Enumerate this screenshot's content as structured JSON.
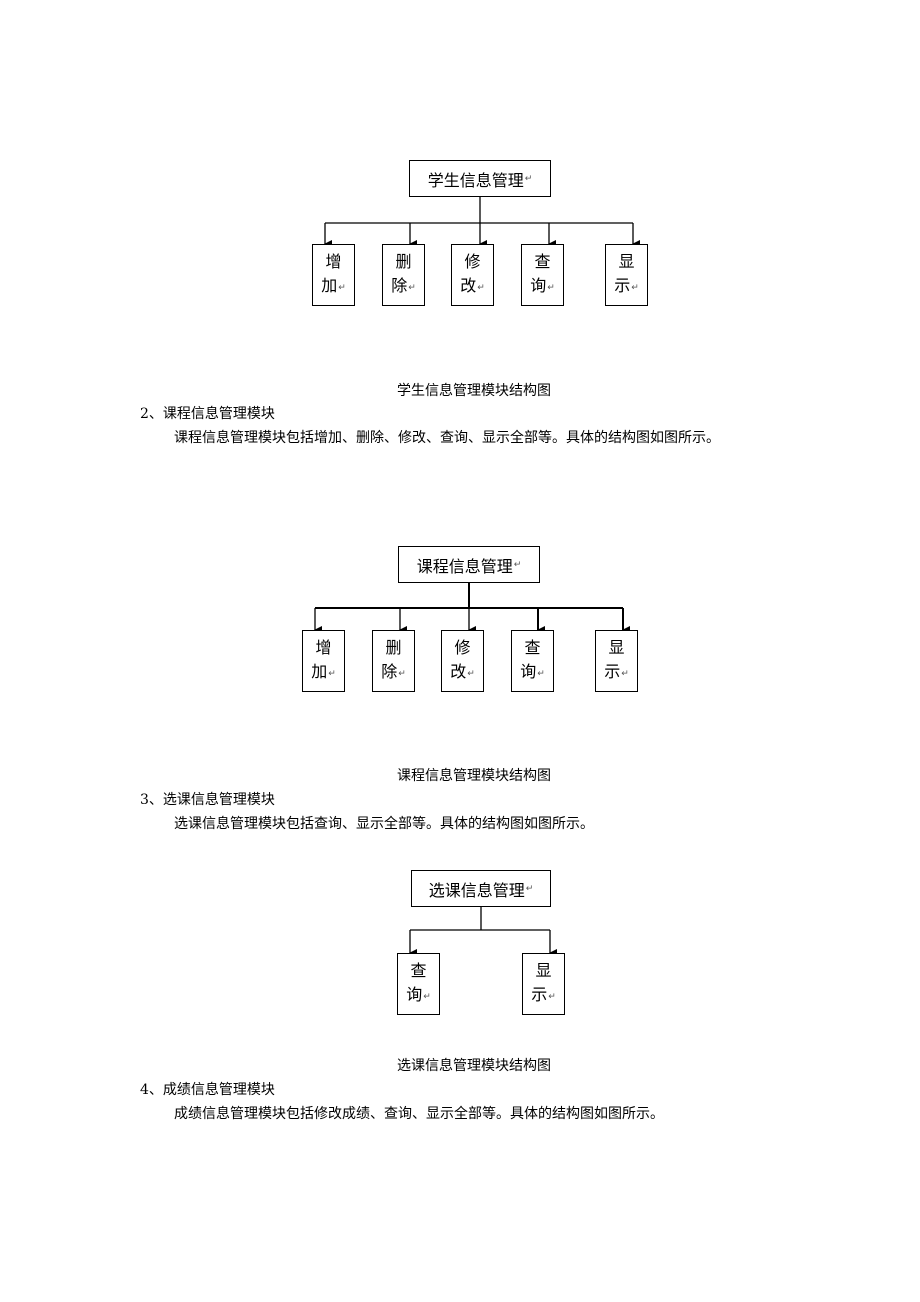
{
  "diagrams": [
    {
      "root": "学生信息管理",
      "children": [
        [
          "增",
          "加"
        ],
        [
          "删",
          "除"
        ],
        [
          "修",
          "改"
        ],
        [
          "查",
          "询"
        ],
        [
          "显",
          "示"
        ]
      ],
      "caption": "学生信息管理模块结构图"
    },
    {
      "root": "课程信息管理",
      "children": [
        [
          "增",
          "加"
        ],
        [
          "删",
          "除"
        ],
        [
          "修",
          "改"
        ],
        [
          "查",
          "询"
        ],
        [
          "显",
          "示"
        ]
      ],
      "caption": "课程信息管理模块结构图"
    },
    {
      "root": "选课信息管理",
      "children": [
        [
          "查",
          "询"
        ],
        [
          "显",
          "示"
        ]
      ],
      "caption": "选课信息管理模块结构图"
    }
  ],
  "sections": [
    {
      "heading": "2、课程信息管理模块",
      "text": "课程信息管理模块包括增加、删除、修改、查询、显示全部等。具体的结构图如图所示。"
    },
    {
      "heading": "3、选课信息管理模块",
      "text": "选课信息管理模块包括查询、显示全部等。具体的结构图如图所示。"
    },
    {
      "heading": "4、成绩信息管理模块",
      "text": "成绩信息管理模块包括修改成绩、查询、显示全部等。具体的结构图如图所示。"
    }
  ],
  "paragraph_mark": "↵"
}
